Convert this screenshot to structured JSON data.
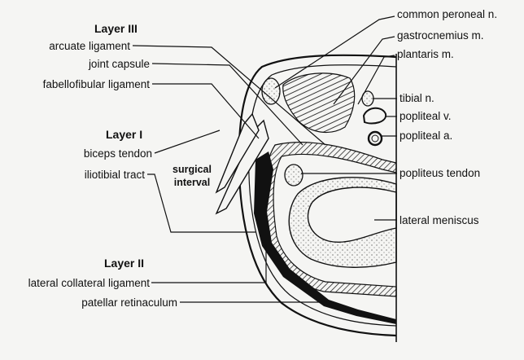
{
  "headings": {
    "layer3": "Layer III",
    "layer1": "Layer I",
    "layer2": "Layer II"
  },
  "labels_left": {
    "arcuate_ligament": "arcuate ligament",
    "joint_capsule": "joint capsule",
    "fabellofibular_ligament": "fabellofibular ligament",
    "biceps_tendon": "biceps tendon",
    "iliotibial_tract": "iliotibial tract",
    "lateral_collateral_ligament": "lateral collateral ligament",
    "patellar_retinaculum": "patellar retinaculum"
  },
  "labels_right": {
    "common_peroneal_n": "common peroneal n.",
    "gastrocnemius_m": "gastrocnemius m.",
    "plantaris_m": "plantaris m.",
    "tibial_n": "tibial n.",
    "popliteal_v": "popliteal v.",
    "popliteal_a": "popliteal a.",
    "popliteus_tendon": "popliteus tendon",
    "lateral_meniscus": "lateral meniscus"
  },
  "surgical_interval": [
    "surgical",
    "interval"
  ]
}
